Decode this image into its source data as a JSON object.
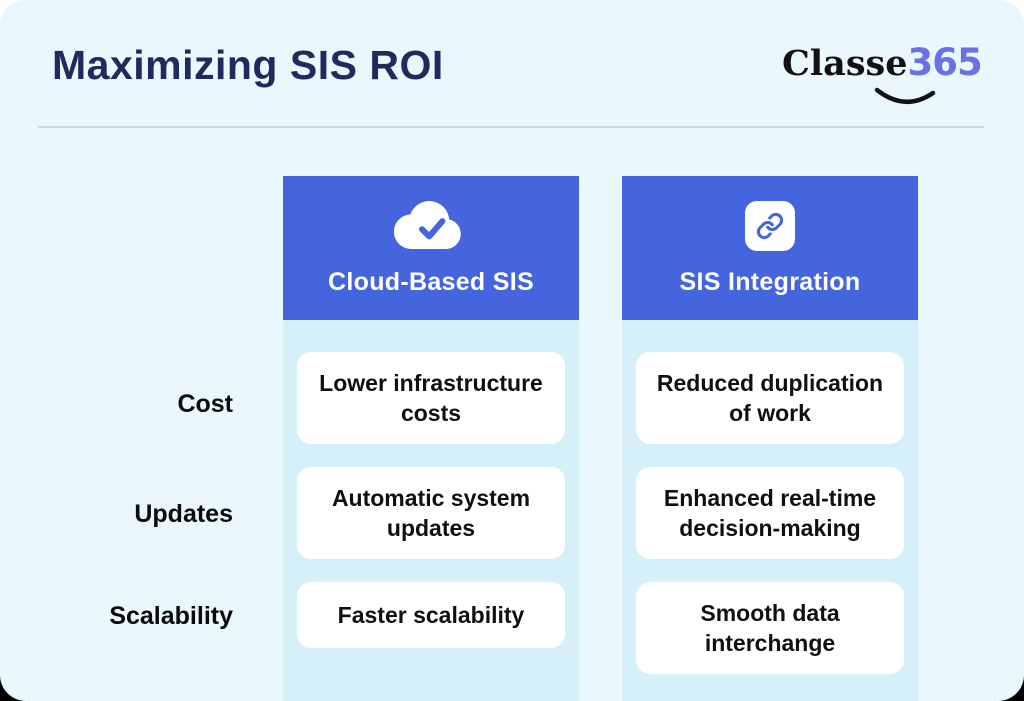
{
  "header": {
    "title": "Maximizing SIS ROI"
  },
  "logo": {
    "name": "Classe",
    "suffix": "365"
  },
  "table": {
    "columns": [
      {
        "title": "Cloud-Based SIS",
        "icon": "cloud-check-icon"
      },
      {
        "title": "SIS Integration",
        "icon": "link-icon"
      }
    ],
    "rows": [
      {
        "label": "Cost",
        "cells": [
          "Lower infrastructure costs",
          "Reduced duplication of work"
        ]
      },
      {
        "label": "Updates",
        "cells": [
          "Automatic system updates",
          "Enhanced real-time decision-making"
        ]
      },
      {
        "label": "Scalability",
        "cells": [
          "Faster scalability",
          "Smooth data interchange"
        ]
      }
    ]
  },
  "colors": {
    "accent_blue": "#4565DE",
    "column_bg": "#D6F0FA",
    "page_bg": "#EAF7FD",
    "title_navy": "#1F2A5E",
    "logo_purple": "#6A71E6",
    "cell_bg": "#FFFFFF",
    "divider": "#D2D4E5"
  }
}
